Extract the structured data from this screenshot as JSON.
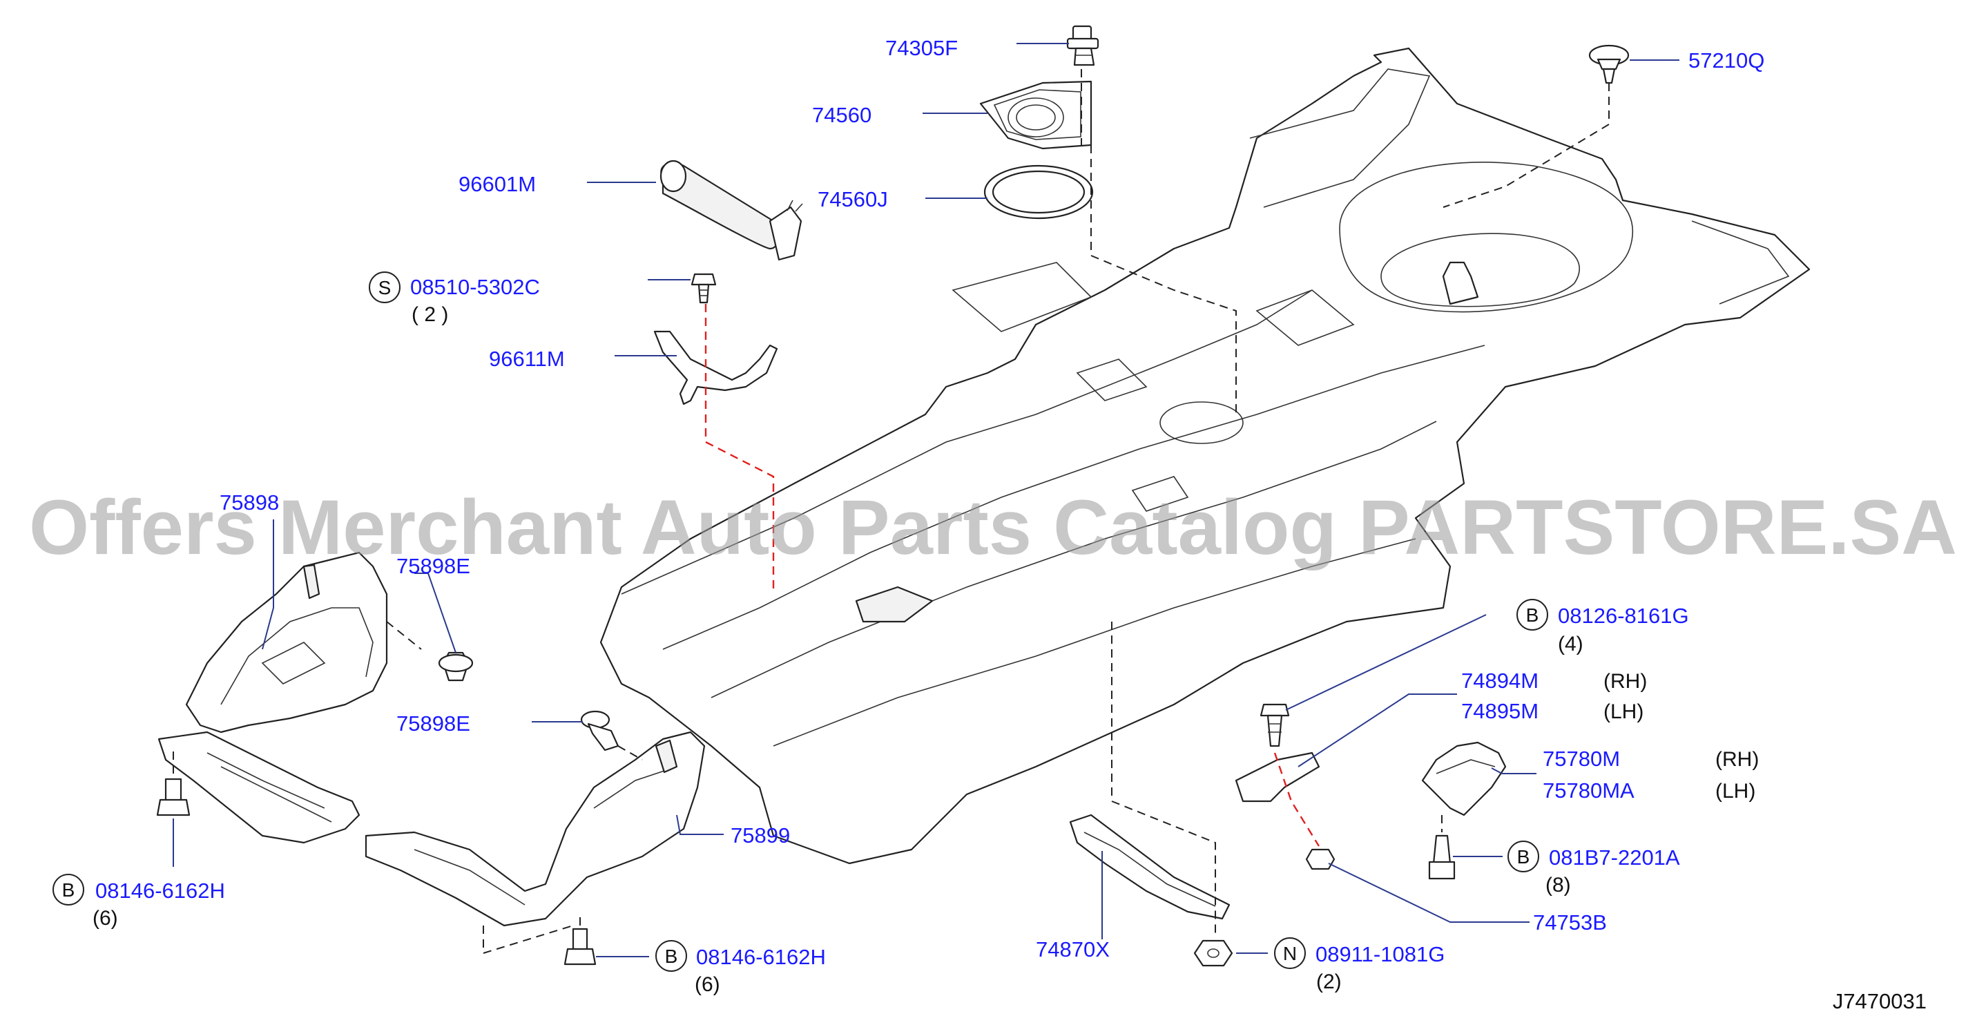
{
  "watermark": "Offers Merchant Auto Parts Catalog PARTSTORE.SA",
  "diagram_code": "J7470031",
  "parts": {
    "p74305F": "74305F",
    "p74560": "74560",
    "p74560J": "74560J",
    "p96601M": "96601M",
    "p08510": "08510-5302C",
    "p08510_qty": "( 2 )",
    "p08510_badge": "S",
    "p96611M": "96611M",
    "p57210Q": "57210Q",
    "p75898": "75898",
    "p75898E_a": "75898E",
    "p75898E_b": "75898E",
    "p08146_left": "08146-6162H",
    "p08146_left_qty": "(6)",
    "p08146_left_badge": "B",
    "p75899": "75899",
    "p08146_bottom": "08146-6162H",
    "p08146_bottom_qty": "(6)",
    "p08146_bottom_badge": "B",
    "p74870X": "74870X",
    "p08911": "08911-1081G",
    "p08911_qty": "(2)",
    "p08911_badge": "N",
    "p08126": "08126-8161G",
    "p08126_qty": "(4)",
    "p08126_badge": "B",
    "p74894M": "74894M",
    "p74894M_side": "(RH)",
    "p74895M": "74895M",
    "p74895M_side": "(LH)",
    "p75780M": "75780M",
    "p75780M_side": "(RH)",
    "p75780MA": "75780MA",
    "p75780MA_side": "(LH)",
    "p081B7": "081B7-2201A",
    "p081B7_qty": "(8)",
    "p081B7_badge": "B",
    "p74753B": "74753B"
  }
}
